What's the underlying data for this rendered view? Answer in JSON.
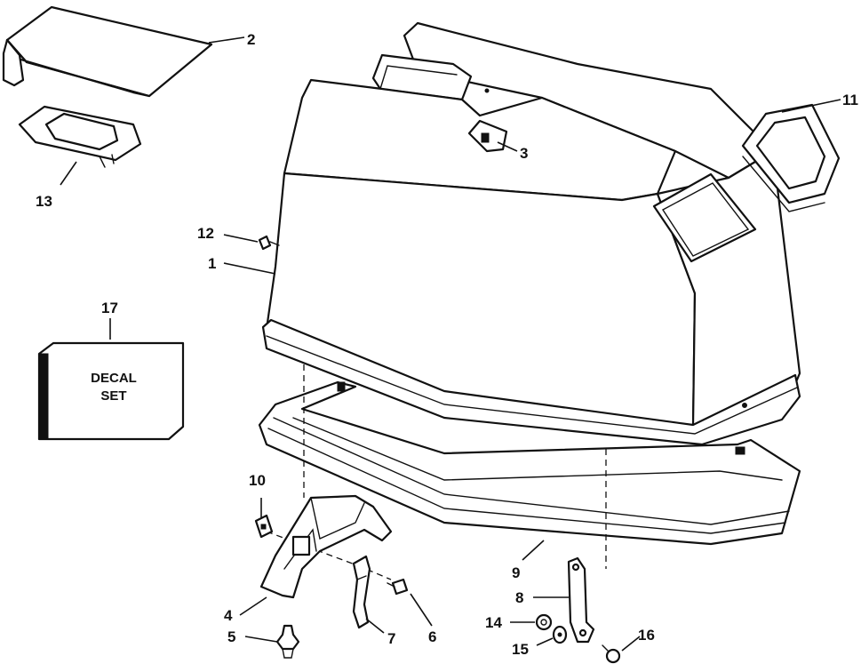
{
  "callouts": {
    "c1": "1",
    "c2": "2",
    "c3": "3",
    "c4": "4",
    "c5": "5",
    "c6": "6",
    "c7": "7",
    "c8": "8",
    "c9": "9",
    "c10": "10",
    "c11": "11",
    "c12": "12",
    "c13": "13",
    "c14": "14",
    "c15": "15",
    "c16": "16",
    "c17": "17"
  },
  "decal": {
    "line1": "DECAL",
    "line2": "SET"
  },
  "colors": {
    "ink": "#111111",
    "paper": "#ffffff"
  }
}
